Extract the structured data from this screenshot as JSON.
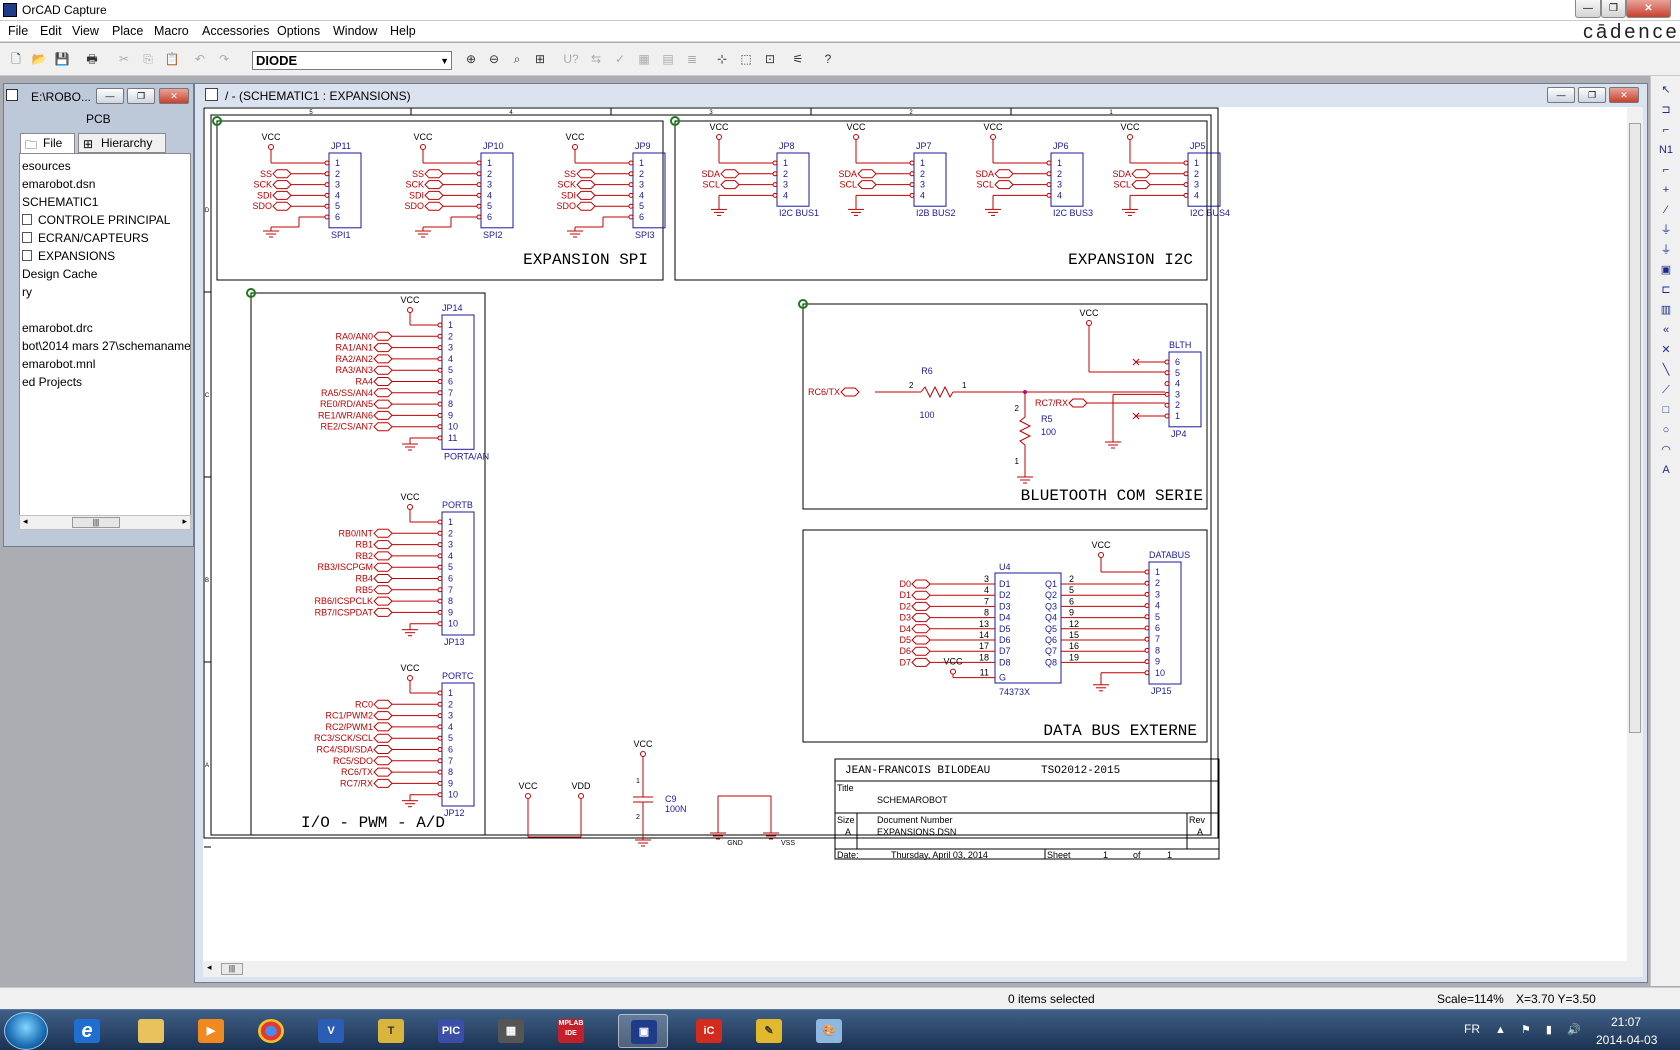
{
  "app": {
    "title": "OrCAD Capture",
    "brand": "cādence"
  },
  "menu": [
    "File",
    "Edit",
    "View",
    "Place",
    "Macro",
    "Accessories",
    "Options",
    "Window",
    "Help"
  ],
  "toolbar": {
    "part_value": "DIODE"
  },
  "project": {
    "title": "E:\\ROBO...",
    "tab_heading": "PCB",
    "tabs": [
      "File",
      "Hierarchy"
    ],
    "tree": [
      "esources",
      "emarobot.dsn",
      "SCHEMATIC1",
      "CONTROLE PRINCIPAL",
      "ECRAN/CAPTEURS",
      "EXPANSIONS",
      "Design Cache",
      "ry",
      "emarobot.drc",
      "bot\\2014 mars 27\\schemaname",
      "emarobot.mnl",
      "ed Projects"
    ]
  },
  "schematic": {
    "title": "/ - (SCHEMATIC1 : EXPANSIONS)",
    "border_cols": [
      "5",
      "4",
      "3",
      "2",
      "1"
    ],
    "border_rows": [
      "D",
      "C",
      "B",
      "A"
    ],
    "colors": {
      "wire": "#c00000",
      "part": "#1a1a9c",
      "title": "#000000"
    },
    "blocks": {
      "spi": "EXPANSION SPI",
      "i2c": "EXPANSION I2C",
      "io": "I/O - PWM - A/D",
      "bt": "BLUETOOTH COM SERIE",
      "db": "DATA BUS EXTERNE"
    },
    "vcc": "VCC",
    "vdd": "VDD",
    "gnd": "GND",
    "vss": "VSS",
    "spi": {
      "nets": [
        "SS",
        "SCK",
        "SDI",
        "SDO"
      ],
      "pins": [
        "1",
        "2",
        "3",
        "4",
        "5",
        "6"
      ],
      "connectors": [
        {
          "ref": "JP11",
          "val": "SPI1"
        },
        {
          "ref": "JP10",
          "val": "SPI2"
        },
        {
          "ref": "JP9",
          "val": "SPI3"
        }
      ]
    },
    "i2c": {
      "nets": [
        "SDA",
        "SCL"
      ],
      "pins": [
        "1",
        "2",
        "3",
        "4"
      ],
      "connectors": [
        {
          "ref": "JP8",
          "val": "I2C BUS1"
        },
        {
          "ref": "JP7",
          "val": "I2B BUS2"
        },
        {
          "ref": "JP6",
          "val": "I2C BUS3"
        },
        {
          "ref": "JP5",
          "val": "I2C BUS4"
        }
      ]
    },
    "ports": [
      {
        "ref": "JP14",
        "val": "PORTA/AN",
        "nets": [
          "RA0/AN0",
          "RA1/AN1",
          "RA2/AN2",
          "RA3/AN3",
          "RA4",
          "RA5/SS/AN4",
          "RE0/RD/AN5",
          "RE1/WR/AN6",
          "RE2/CS/AN7"
        ],
        "pins": [
          "1",
          "2",
          "3",
          "4",
          "5",
          "6",
          "7",
          "8",
          "9",
          "10",
          "11"
        ]
      },
      {
        "ref": "PORTB",
        "val": "JP13",
        "nets": [
          "RB0/INT",
          "RB1",
          "RB2",
          "RB3/ISCPGM",
          "RB4",
          "RB5",
          "RB6/ICSPCLK",
          "RB7/ICSPDAT"
        ],
        "pins": [
          "1",
          "2",
          "3",
          "4",
          "5",
          "6",
          "7",
          "8",
          "9",
          "10"
        ]
      },
      {
        "ref": "PORTC",
        "val": "JP12",
        "nets": [
          "RC0",
          "RC1/PWM2",
          "RC2/PWM1",
          "RC3/SCK/SCL",
          "RC4/SDI/SDA",
          "RC5/SDO",
          "RC6/TX",
          "RC7/RX"
        ],
        "pins": [
          "1",
          "2",
          "3",
          "4",
          "5",
          "6",
          "7",
          "8",
          "9",
          "10"
        ]
      }
    ],
    "cap": {
      "ref": "C9",
      "val": "100N",
      "p1": "1",
      "p2": "2"
    },
    "bt": {
      "rc6": "RC6/TX",
      "rc7": "RC7/RX",
      "r6": {
        "ref": "R6",
        "val": "100",
        "p1": "2",
        "p2": "1"
      },
      "r5": {
        "ref": "R5",
        "val": "100",
        "p1": "2",
        "p2": "1"
      },
      "conn": {
        "ref": "BLTH",
        "val": "JP4",
        "pins": [
          "6",
          "5",
          "4",
          "3",
          "2",
          "1"
        ]
      }
    },
    "databus": {
      "u": {
        "ref": "U4",
        "val": "74373X"
      },
      "inputs": [
        "D0",
        "D1",
        "D2",
        "D3",
        "D4",
        "D5",
        "D6",
        "D7"
      ],
      "d_pins": [
        "3",
        "4",
        "7",
        "8",
        "13",
        "14",
        "17",
        "18"
      ],
      "d_names": [
        "D1",
        "D2",
        "D3",
        "D4",
        "D5",
        "D6",
        "D7",
        "D8"
      ],
      "q_names": [
        "Q1",
        "Q2",
        "Q3",
        "Q4",
        "Q5",
        "Q6",
        "Q7",
        "Q8"
      ],
      "q_pins": [
        "2",
        "5",
        "6",
        "9",
        "12",
        "15",
        "16",
        "19"
      ],
      "g": "G",
      "g_pin": "11",
      "conn": {
        "ref": "DATABUS",
        "val": "JP15",
        "pins": [
          "1",
          "2",
          "3",
          "4",
          "5",
          "6",
          "7",
          "8",
          "9",
          "10"
        ]
      }
    },
    "titleblock": {
      "author": "JEAN-FRANCOIS BILODEAU",
      "course": "TSO2012-2015",
      "title_lbl": "Title",
      "title": "SCHEMAROBOT",
      "size_lbl": "Size",
      "size": "A",
      "docnum_lbl": "Document Number",
      "docnum": "EXPANSIONS.DSN",
      "rev_lbl": "Rev",
      "rev": "A",
      "date_lbl": "Date:",
      "date": "Thursday, April 03, 2014",
      "sheet_lbl": "Sheet",
      "sheet": "1",
      "of_lbl": "of",
      "of": "1"
    }
  },
  "status": {
    "selection": "0 items selected",
    "scale": "Scale=114%",
    "coords": "X=3.70  Y=3.50"
  },
  "taskbar": {
    "lang": "FR",
    "time": "21:07",
    "date": "2014-04-03",
    "apps": [
      "e",
      "PIC",
      "MPLAB IDE"
    ]
  }
}
